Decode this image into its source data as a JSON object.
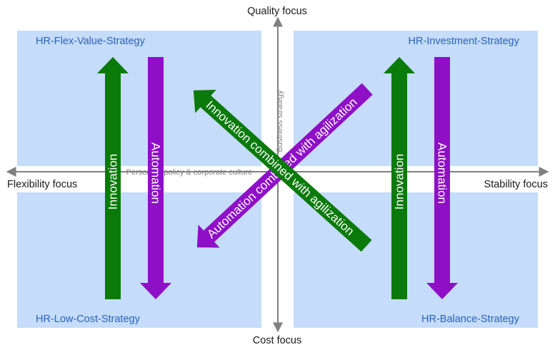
{
  "axes": {
    "top": "Quality focus",
    "bottom": "Cost focus",
    "left": "Flexibility focus",
    "right": "Stability focus",
    "horizontal_sub": "Personnel policy & corporate culture",
    "vertical_sub": "Business strategy"
  },
  "quadrants": {
    "top_left": "HR-Flex-Value-Strategy",
    "top_right": "HR-Investment-Strategy",
    "bottom_left": "HR-Low-Cost-Strategy",
    "bottom_right": "HR-Balance-Strategy"
  },
  "arrows": {
    "left_innovation": "Innovation",
    "left_automation": "Automation",
    "right_innovation": "Innovation",
    "right_automation": "Automation",
    "diag_innovation": "Innovation combined with agilization",
    "diag_automation": "Automation combined with agilization"
  },
  "colors": {
    "quadrant_fill": "#c5dcfa",
    "innovation": "#0a7a0a",
    "automation": "#8f0fc7",
    "axis": "#808080",
    "quadrant_text": "#2a63b8"
  }
}
